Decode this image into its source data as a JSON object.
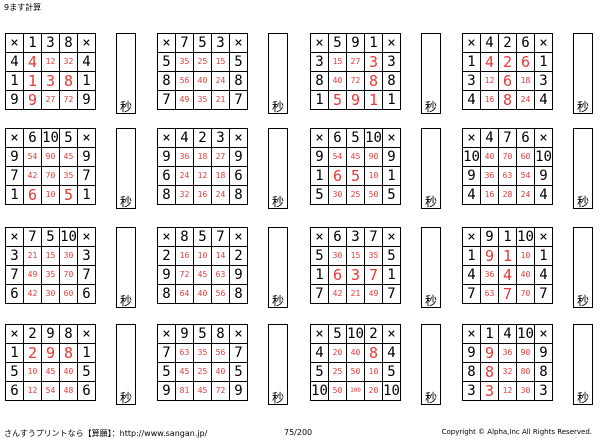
{
  "title": "9ます計算",
  "seconds_label": "秒",
  "footer": {
    "site": "さんすうプリントなら【算願】：http://www.sangan.jp/",
    "page": "75/200",
    "copyright": "Copyright © Alpha,Inc All Rights Reserved."
  },
  "op": "×",
  "blocks": [
    {
      "top": [
        1,
        3,
        8
      ],
      "left": [
        4,
        1,
        9
      ],
      "right": [
        4,
        1,
        9
      ],
      "ans": [
        [
          4,
          12,
          32
        ],
        [
          1,
          3,
          8
        ],
        [
          9,
          27,
          72
        ]
      ]
    },
    {
      "top": [
        7,
        5,
        3
      ],
      "left": [
        5,
        8,
        7
      ],
      "right": [
        5,
        8,
        7
      ],
      "ans": [
        [
          35,
          25,
          15
        ],
        [
          56,
          40,
          24
        ],
        [
          49,
          35,
          21
        ]
      ]
    },
    {
      "top": [
        5,
        9,
        1
      ],
      "left": [
        3,
        8,
        1
      ],
      "right": [
        3,
        8,
        1
      ],
      "ans": [
        [
          15,
          27,
          3
        ],
        [
          40,
          72,
          8
        ],
        [
          5,
          9,
          1
        ]
      ]
    },
    {
      "top": [
        4,
        2,
        6
      ],
      "left": [
        1,
        3,
        4
      ],
      "right": [
        1,
        3,
        4
      ],
      "ans": [
        [
          4,
          2,
          6
        ],
        [
          12,
          6,
          18
        ],
        [
          16,
          8,
          24
        ]
      ]
    },
    {
      "top": [
        6,
        10,
        5
      ],
      "left": [
        9,
        7,
        1
      ],
      "right": [
        9,
        7,
        1
      ],
      "ans": [
        [
          54,
          90,
          45
        ],
        [
          42,
          70,
          35
        ],
        [
          6,
          10,
          5
        ]
      ]
    },
    {
      "top": [
        4,
        2,
        3
      ],
      "left": [
        9,
        6,
        8
      ],
      "right": [
        9,
        6,
        8
      ],
      "ans": [
        [
          36,
          18,
          27
        ],
        [
          24,
          12,
          18
        ],
        [
          32,
          16,
          24
        ]
      ]
    },
    {
      "top": [
        6,
        5,
        10
      ],
      "left": [
        9,
        1,
        5
      ],
      "right": [
        9,
        1,
        5
      ],
      "ans": [
        [
          54,
          45,
          90
        ],
        [
          6,
          5,
          10
        ],
        [
          30,
          25,
          50
        ]
      ]
    },
    {
      "top": [
        4,
        7,
        6
      ],
      "left": [
        10,
        9,
        4
      ],
      "right": [
        10,
        9,
        4
      ],
      "ans": [
        [
          40,
          70,
          60
        ],
        [
          36,
          63,
          54
        ],
        [
          16,
          28,
          24
        ]
      ]
    },
    {
      "top": [
        7,
        5,
        10
      ],
      "left": [
        3,
        7,
        6
      ],
      "right": [
        3,
        7,
        6
      ],
      "ans": [
        [
          21,
          15,
          30
        ],
        [
          49,
          35,
          70
        ],
        [
          42,
          30,
          60
        ]
      ]
    },
    {
      "top": [
        8,
        5,
        7
      ],
      "left": [
        2,
        9,
        8
      ],
      "right": [
        2,
        9,
        8
      ],
      "ans": [
        [
          16,
          10,
          14
        ],
        [
          72,
          45,
          63
        ],
        [
          64,
          40,
          56
        ]
      ]
    },
    {
      "top": [
        6,
        3,
        7
      ],
      "left": [
        5,
        1,
        7
      ],
      "right": [
        5,
        1,
        7
      ],
      "ans": [
        [
          30,
          15,
          35
        ],
        [
          6,
          3,
          7
        ],
        [
          42,
          21,
          49
        ]
      ]
    },
    {
      "top": [
        9,
        1,
        10
      ],
      "left": [
        1,
        4,
        7
      ],
      "right": [
        1,
        4,
        7
      ],
      "ans": [
        [
          9,
          1,
          10
        ],
        [
          36,
          4,
          40
        ],
        [
          63,
          7,
          70
        ]
      ]
    },
    {
      "top": [
        2,
        9,
        8
      ],
      "left": [
        1,
        5,
        6
      ],
      "right": [
        1,
        5,
        6
      ],
      "ans": [
        [
          2,
          9,
          8
        ],
        [
          10,
          45,
          40
        ],
        [
          12,
          54,
          48
        ]
      ]
    },
    {
      "top": [
        9,
        5,
        8
      ],
      "left": [
        7,
        5,
        9
      ],
      "right": [
        7,
        5,
        9
      ],
      "ans": [
        [
          63,
          35,
          56
        ],
        [
          45,
          25,
          40
        ],
        [
          81,
          45,
          72
        ]
      ]
    },
    {
      "top": [
        5,
        10,
        2
      ],
      "left": [
        4,
        5,
        10
      ],
      "right": [
        4,
        5,
        10
      ],
      "ans": [
        [
          20,
          40,
          8
        ],
        [
          25,
          50,
          10
        ],
        [
          50,
          100,
          20
        ]
      ]
    },
    {
      "top": [
        1,
        4,
        10
      ],
      "left": [
        9,
        8,
        3
      ],
      "right": [
        9,
        8,
        3
      ],
      "ans": [
        [
          9,
          36,
          90
        ],
        [
          8,
          32,
          80
        ],
        [
          3,
          12,
          30
        ]
      ]
    }
  ]
}
